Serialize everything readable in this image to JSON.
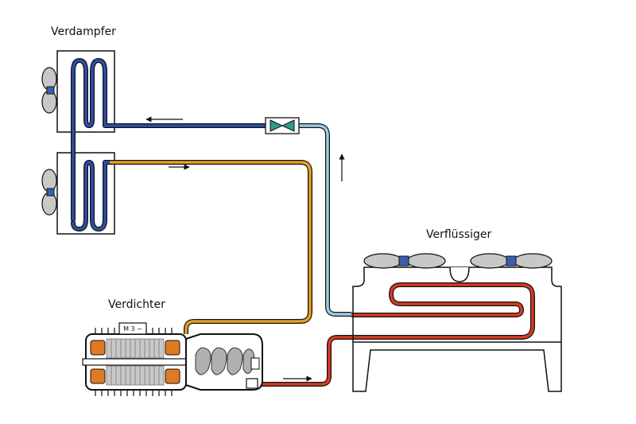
{
  "labels": {
    "evaporator": "Verdampfer",
    "condenser": "Verflüssiger",
    "compressor": "Verdichter",
    "motor": "M 3 ~"
  },
  "colors": {
    "suction_line": "#e8a020",
    "liquid_line": "#9dcbe6",
    "discharge_line": "#d63a22",
    "evaporator_line": "#2c4fa8",
    "fan_hub": "#3b5fb0",
    "expansion_valve": "#2a9a8c",
    "motor_winding": "#e07a20",
    "fan_blade": "#c8c8c8"
  },
  "components": [
    "evaporator-unit-top",
    "evaporator-unit-bottom",
    "expansion-valve",
    "condenser",
    "compressor"
  ]
}
